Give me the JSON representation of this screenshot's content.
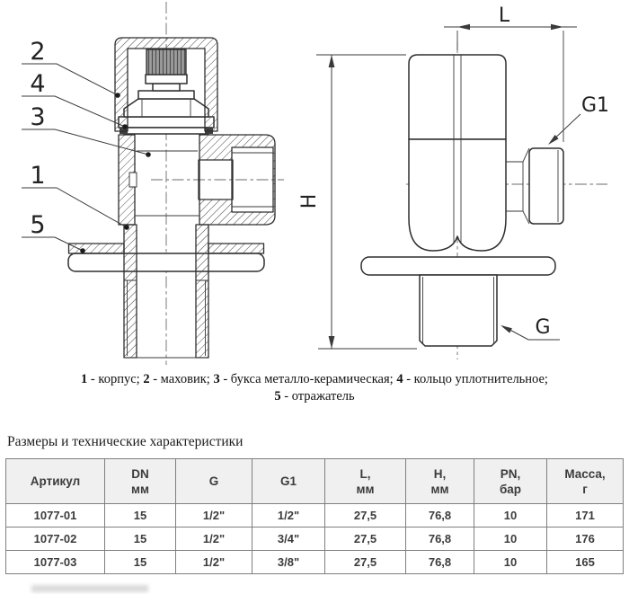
{
  "drawing": {
    "part_labels": [
      "2",
      "4",
      "3",
      "1",
      "5"
    ],
    "dims": {
      "L": "L",
      "H": "H",
      "G1": "G1",
      "G": "G"
    },
    "line_color": "#2e2e2e",
    "knurl_fill": "#9d9d9d"
  },
  "caption": {
    "sep": " - ",
    "items": [
      {
        "num": "1",
        "label": "корпус",
        "suffix": "; "
      },
      {
        "num": "2",
        "label": "маховик",
        "suffix": "; "
      },
      {
        "num": "3",
        "label": "букса металло-керамическая",
        "suffix": "; "
      },
      {
        "num": "4",
        "label": "кольцо уплотнительное",
        "suffix": "; "
      },
      {
        "num": "5",
        "label": "отражатель",
        "suffix": ""
      }
    ]
  },
  "section_title": "Размеры и технические характеристики",
  "table": {
    "header_bg": "#f0f0f0",
    "border_color": "#7f7f7f",
    "columns": [
      {
        "l1": "Артикул",
        "l2": ""
      },
      {
        "l1": "DN",
        "l2": "мм"
      },
      {
        "l1": "G",
        "l2": ""
      },
      {
        "l1": "G1",
        "l2": ""
      },
      {
        "l1": "L,",
        "l2": "мм"
      },
      {
        "l1": "H,",
        "l2": "мм"
      },
      {
        "l1": "PN,",
        "l2": "бар"
      },
      {
        "l1": "Масса,",
        "l2": "г"
      }
    ],
    "rows": [
      [
        "1077-01",
        "15",
        "1/2\"",
        "1/2\"",
        "27,5",
        "76,8",
        "10",
        "171"
      ],
      [
        "1077-02",
        "15",
        "1/2\"",
        "3/4\"",
        "27,5",
        "76,8",
        "10",
        "176"
      ],
      [
        "1077-03",
        "15",
        "1/2\"",
        "3/8\"",
        "27,5",
        "76,8",
        "10",
        "165"
      ]
    ]
  }
}
